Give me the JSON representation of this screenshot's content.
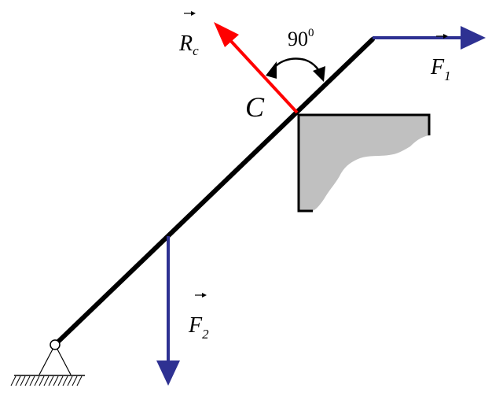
{
  "labels": {
    "reaction_symbol": "R",
    "reaction_subscript": "c",
    "angle_value": "90",
    "angle_superscript": "0",
    "point_label": "C",
    "force1_symbol": "F",
    "force1_subscript": "1",
    "force2_symbol": "F",
    "force2_subscript": "2"
  },
  "colors": {
    "beam": "#000000",
    "reaction_arrow": "#ff0000",
    "force_arrow": "#2e3192",
    "support_block": "#c0c0c0",
    "outline": "#000000"
  }
}
